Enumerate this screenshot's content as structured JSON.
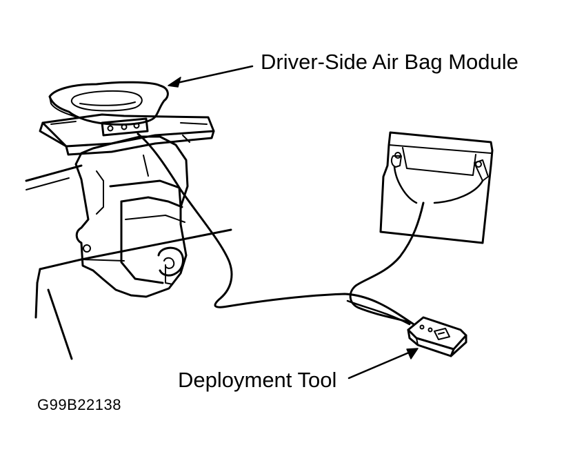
{
  "labels": {
    "air_bag_module": "Driver-Side Air Bag Module",
    "deployment_tool": "Deployment Tool",
    "figure_id": "G99B22138"
  },
  "colors": {
    "line": "#000000",
    "background": "#ffffff"
  }
}
